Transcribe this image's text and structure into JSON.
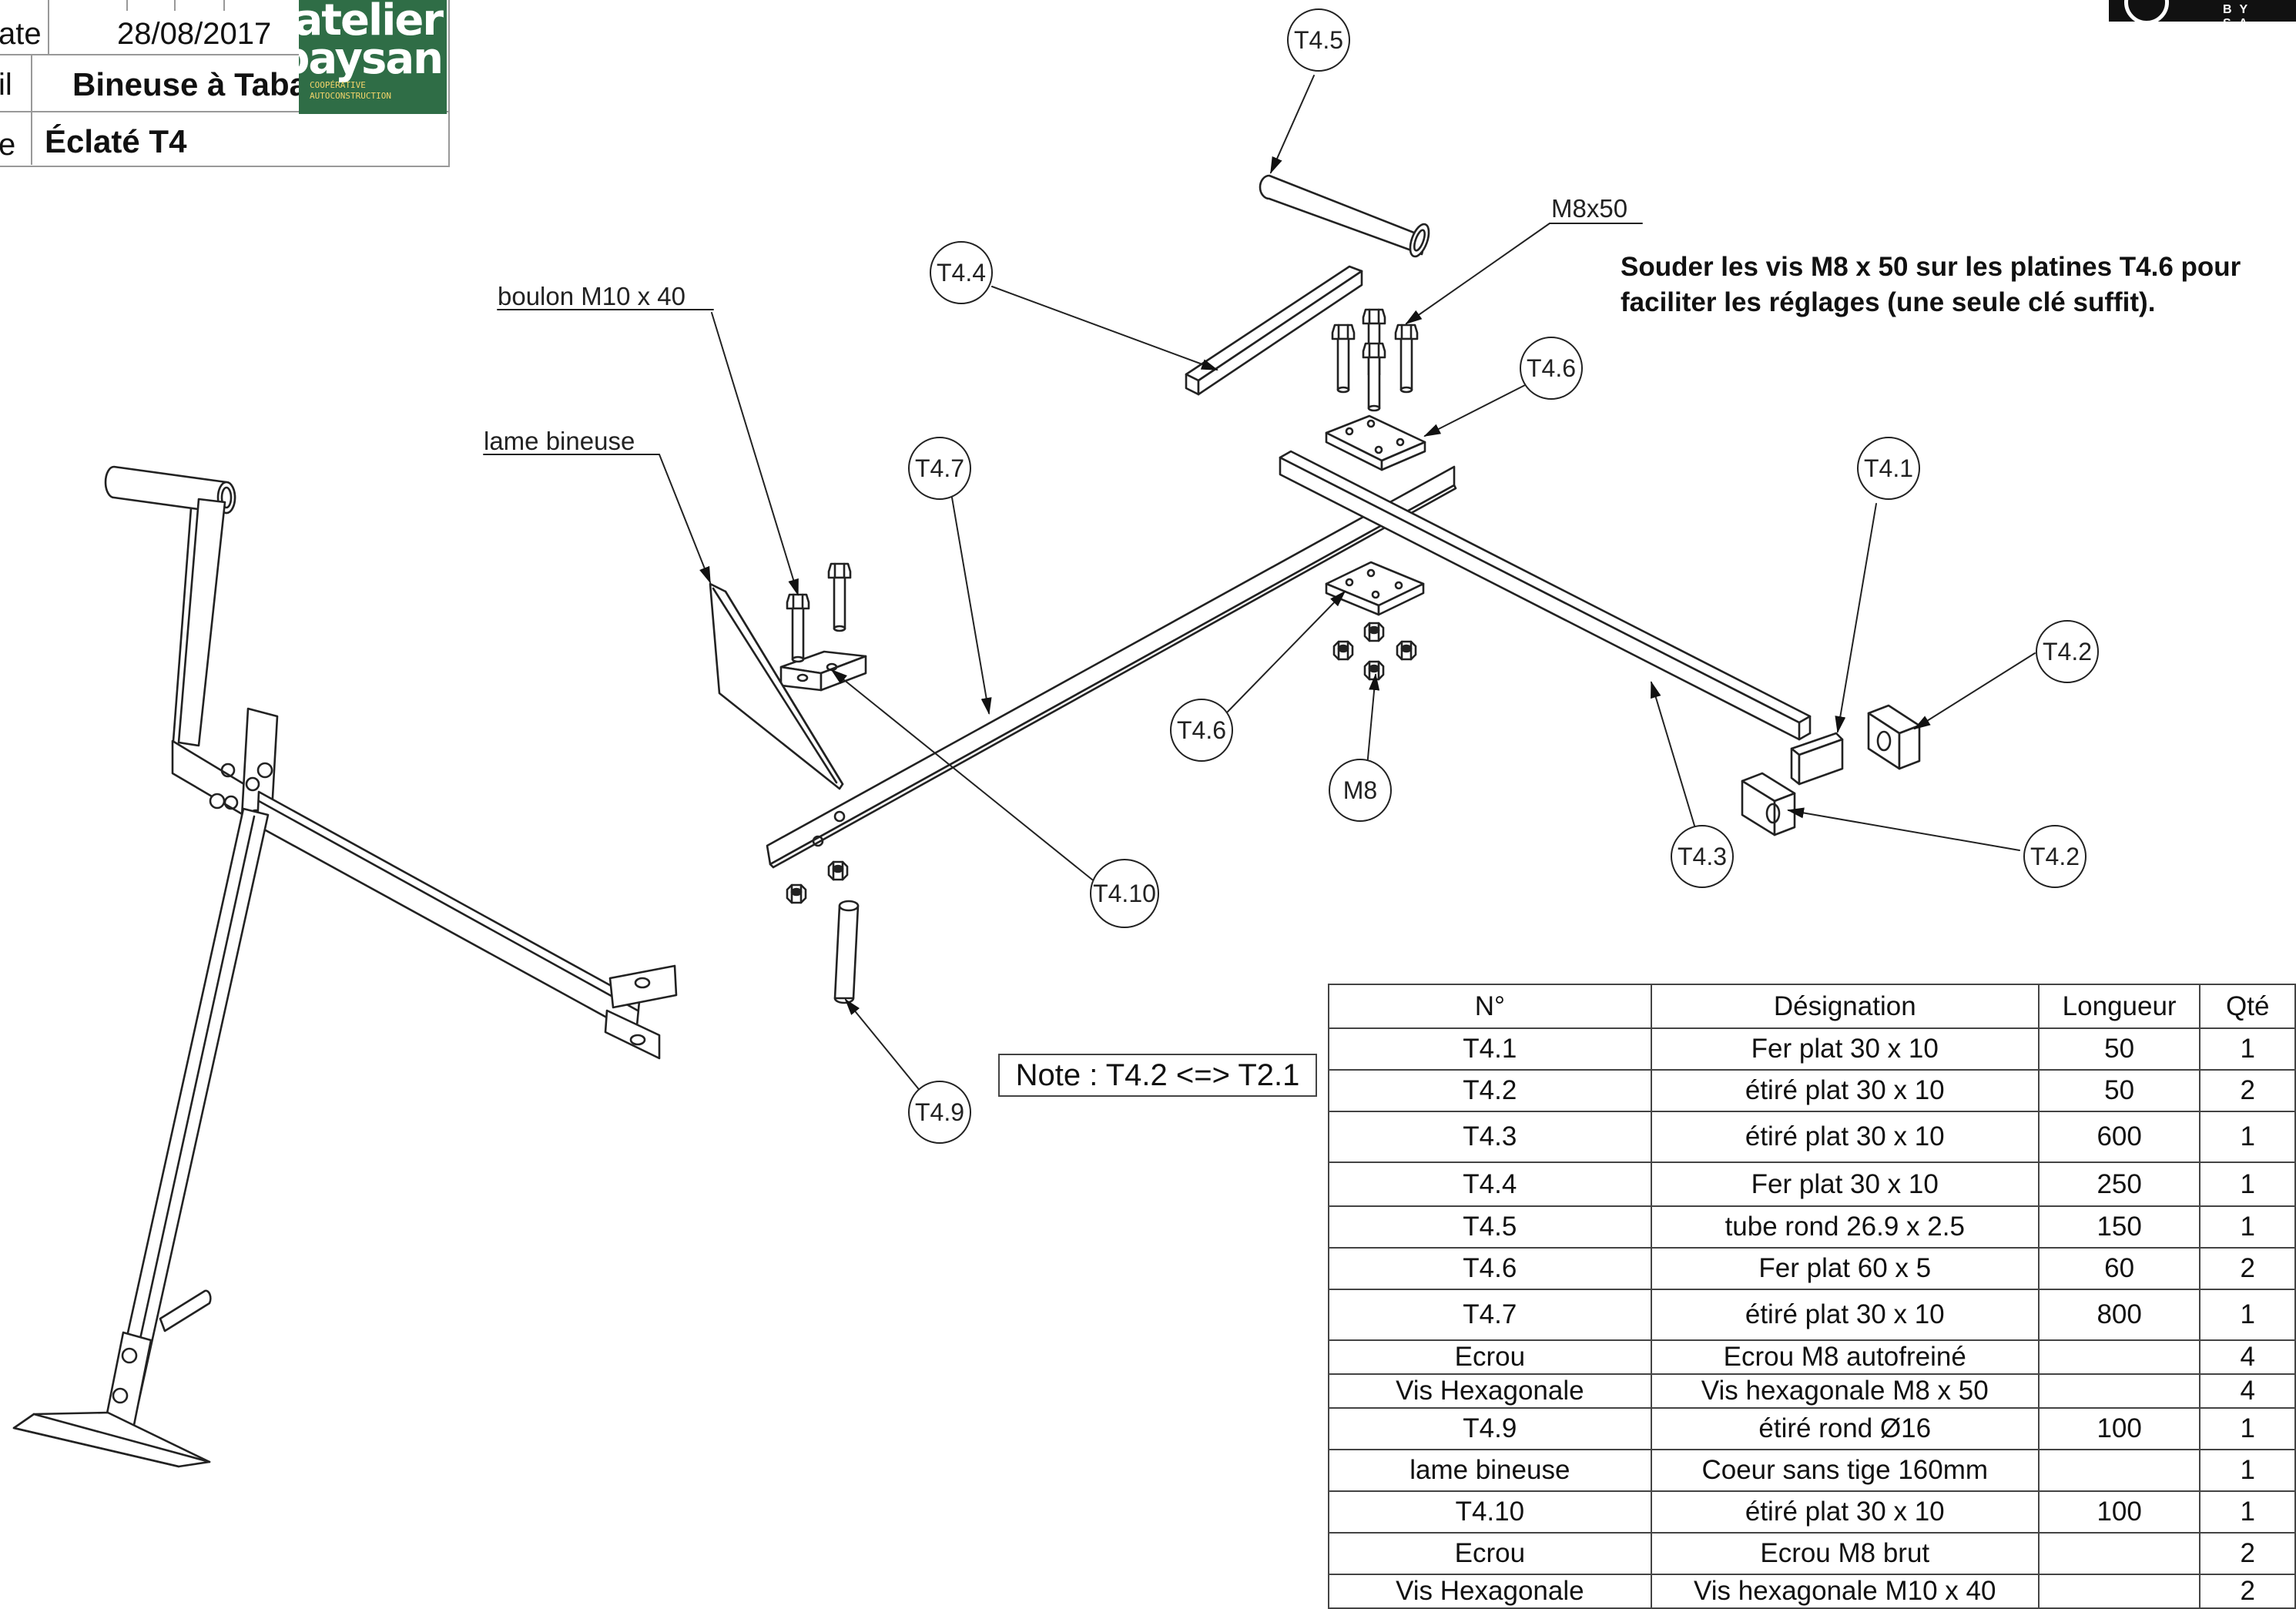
{
  "title_block": {
    "date_label": "ate",
    "date_value": "28/08/2017",
    "tool_label": "il",
    "tool_value": "Bineuse à Tabac",
    "view_label": "e",
    "view_value": "Éclaté T4"
  },
  "logo": {
    "line1": "l'atelier",
    "line2": "paysan",
    "line3": "COOPÉRATIVE",
    "line4": "AUTOCONSTRUCTION"
  },
  "license_badge": {
    "text": "BY SA"
  },
  "labels": {
    "boulon": "boulon M10 x 40",
    "lame": "lame bineuse",
    "m8x50": "M8x50"
  },
  "weld_note": {
    "line1": "Souder les vis M8 x 50 sur les platines T4.6 pour",
    "line2": "faciliter les réglages (une seule clé suffit)."
  },
  "balloons": {
    "t45": "T4.5",
    "t44": "T4.4",
    "t46_top": "T4.6",
    "t47": "T4.7",
    "t41": "T4.1",
    "t42_a": "T4.2",
    "t46_bottom": "T4.6",
    "m8": "M8",
    "t43": "T4.3",
    "t42_b": "T4.2",
    "t410": "T4.10",
    "t49": "T4.9"
  },
  "note_box": "Note : T4.2 <=> T2.1",
  "parts_table": {
    "headers": {
      "n": "N°",
      "designation": "Désignation",
      "longueur": "Longueur",
      "qte": "Qté"
    },
    "rows": [
      {
        "n": "T4.1",
        "designation": "Fer plat 30 x 10",
        "longueur": "50",
        "qte": "1"
      },
      {
        "n": "T4.2",
        "designation": "étiré plat 30 x 10",
        "longueur": "50",
        "qte": "2"
      },
      {
        "n": "T4.3",
        "designation": "étiré plat 30 x 10",
        "longueur": "600",
        "qte": "1"
      },
      {
        "n": "T4.4",
        "designation": "Fer plat 30 x 10",
        "longueur": "250",
        "qte": "1"
      },
      {
        "n": "T4.5",
        "designation": "tube rond 26.9 x 2.5",
        "longueur": "150",
        "qte": "1"
      },
      {
        "n": "T4.6",
        "designation": "Fer plat 60 x 5",
        "longueur": "60",
        "qte": "2"
      },
      {
        "n": "T4.7",
        "designation": "étiré plat 30 x 10",
        "longueur": "800",
        "qte": "1"
      },
      {
        "n": "Ecrou",
        "designation": "Ecrou M8 autofreiné",
        "longueur": "",
        "qte": "4"
      },
      {
        "n": "Vis Hexagonale",
        "designation": "Vis hexagonale M8 x 50",
        "longueur": "",
        "qte": "4"
      },
      {
        "n": "T4.9",
        "designation": "étiré rond Ø16",
        "longueur": "100",
        "qte": "1"
      },
      {
        "n": "lame bineuse",
        "designation": "Coeur sans tige 160mm",
        "longueur": "",
        "qte": "1"
      },
      {
        "n": "T4.10",
        "designation": "étiré plat 30 x 10",
        "longueur": "100",
        "qte": "1"
      },
      {
        "n": "Ecrou",
        "designation": "Ecrou M8 brut",
        "longueur": "",
        "qte": "2"
      },
      {
        "n": "Vis Hexagonale",
        "designation": "Vis hexagonale M10 x 40",
        "longueur": "",
        "qte": "2"
      }
    ]
  }
}
